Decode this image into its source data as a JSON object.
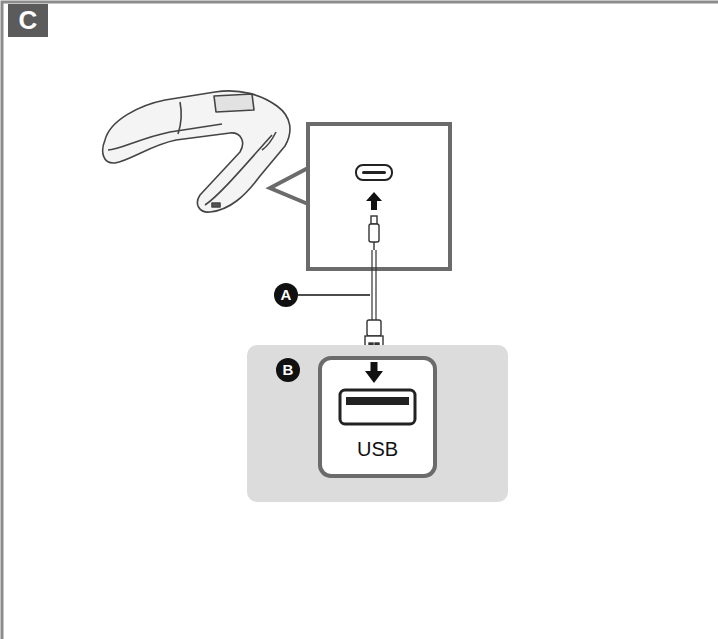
{
  "diagram": {
    "nodes": [
      {
        "text": [
          "B"
        ]
      },
      {
        "text": [
          "USB"
        ],
        "in": 0
      }
    ],
    "labels": [
      "C",
      "A"
    ]
  }
}
